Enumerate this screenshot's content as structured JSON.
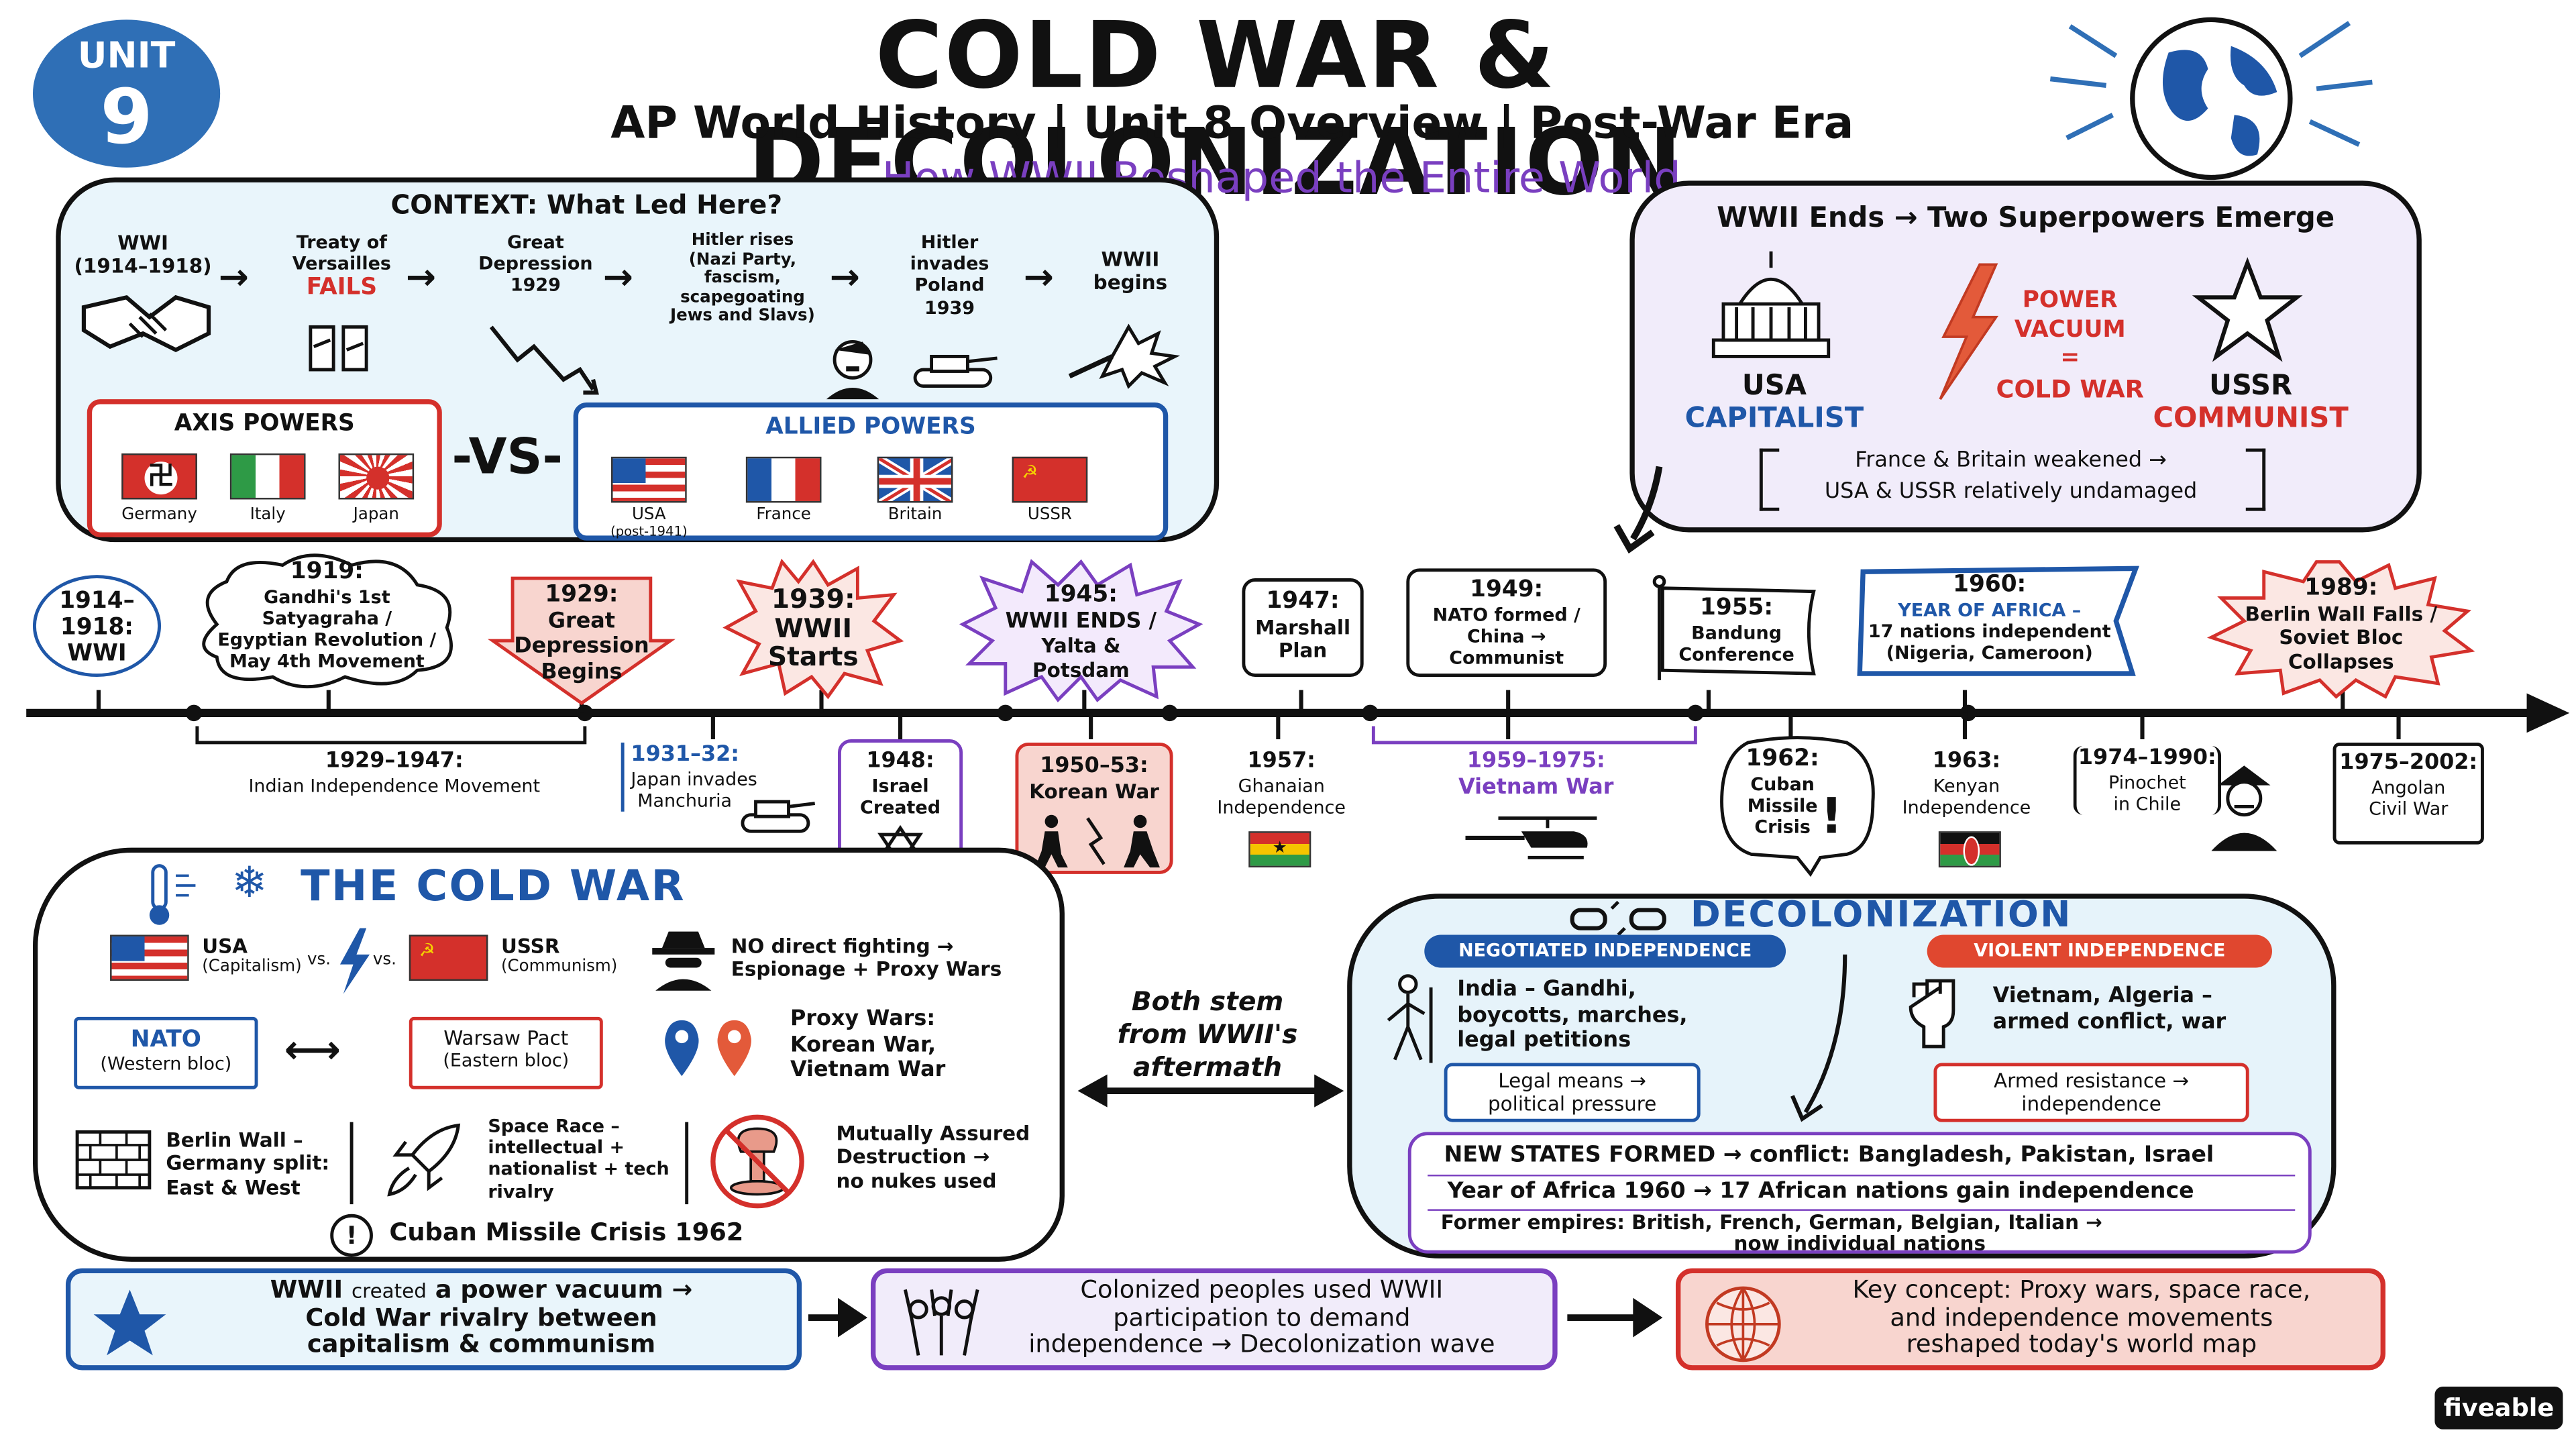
{
  "unit_badge": {
    "word": "UNIT",
    "number": "9"
  },
  "header": {
    "title": "COLD WAR & DECOLONIZATION",
    "subtitle": "AP World History | Unit 8 Overview | Post-War Era",
    "tagline": "How WWII Reshaped the Entire World"
  },
  "context": {
    "title": "CONTEXT: What Led Here?",
    "steps": [
      {
        "line1": "WWI",
        "line2": "(1914–1918)"
      },
      {
        "line1": "Treaty of",
        "line2": "Versailles",
        "line3": "FAILS"
      },
      {
        "line1": "Great",
        "line2": "Depression",
        "line3": "1929"
      },
      {
        "line1": "Hitler rises",
        "line2": "(Nazi Party,",
        "line3": "fascism,",
        "line4": "scapegoating",
        "line5": "Jews and Slavs)"
      },
      {
        "line1": "Hitler",
        "line2": "invades",
        "line3": "Poland",
        "line4": "1939"
      },
      {
        "line1": "WWII",
        "line2": "begins"
      }
    ],
    "axis": {
      "title": "AXIS POWERS",
      "members": [
        "Germany",
        "Italy",
        "Japan"
      ]
    },
    "versus": "-VS-",
    "allied": {
      "title": "ALLIED POWERS",
      "members": [
        "USA",
        "France",
        "Britain",
        "USSR"
      ],
      "usa_note": "(post-1941)"
    }
  },
  "superpowers": {
    "title": "WWII Ends → Two Superpowers Emerge",
    "usa": {
      "name": "USA",
      "label": "CAPITALIST"
    },
    "vacuum": {
      "line1": "POWER",
      "line2": "VACUUM",
      "line3": "=",
      "line4": "COLD WAR"
    },
    "ussr": {
      "name": "USSR",
      "label": "COMMUNIST"
    },
    "note1": "France & Britain weakened →",
    "note2": "USA & USSR relatively undamaged"
  },
  "timeline": {
    "above": [
      {
        "lines": [
          "1914–",
          "1918:",
          "WWI"
        ]
      },
      {
        "lines": [
          "1919:",
          "Gandhi's 1st",
          "Satyagraha /",
          "Egyptian Revolution /",
          "May 4th Movement"
        ]
      },
      {
        "lines": [
          "1929:",
          "Great",
          "Depression",
          "Begins"
        ]
      },
      {
        "lines": [
          "1939:",
          "WWII",
          "Starts"
        ]
      },
      {
        "lines": [
          "1945:",
          "WWII ENDS /",
          "Yalta &",
          "Potsdam"
        ]
      },
      {
        "lines": [
          "1947:",
          "Marshall",
          "Plan"
        ]
      },
      {
        "lines": [
          "1949:",
          "NATO formed /",
          "China →",
          "Communist"
        ]
      },
      {
        "lines": [
          "1955:",
          "Bandung",
          "Conference"
        ]
      },
      {
        "lines": [
          "1960:",
          "YEAR OF AFRICA –",
          "17 nations independent",
          "(Nigeria, Cameroon)"
        ]
      },
      {
        "lines": [
          "1989:",
          "Berlin Wall Falls /",
          "Soviet Bloc",
          "Collapses"
        ]
      }
    ],
    "below": [
      {
        "lines": [
          "1929–1947:",
          "Indian Independence Movement"
        ]
      },
      {
        "lines": [
          "1931–32:",
          "Japan invades",
          "Manchuria"
        ]
      },
      {
        "lines": [
          "1948:",
          "Israel",
          "Created"
        ]
      },
      {
        "lines": [
          "1950–53:",
          "Korean War"
        ]
      },
      {
        "lines": [
          "1957:",
          "Ghanaian",
          "Independence"
        ]
      },
      {
        "lines": [
          "1959–1975:",
          "Vietnam War"
        ]
      },
      {
        "lines": [
          "1962:",
          "Cuban",
          "Missile",
          "Crisis"
        ]
      },
      {
        "lines": [
          "1963:",
          "Kenyan",
          "Independence"
        ]
      },
      {
        "lines": [
          "1974–1990:",
          "Pinochet",
          "in Chile"
        ]
      },
      {
        "lines": [
          "1975–2002:",
          "Angolan",
          "Civil War"
        ]
      }
    ]
  },
  "cold_war": {
    "title": "THE COLD WAR",
    "usa": {
      "name": "USA",
      "sub": "(Capitalism)"
    },
    "vs": "vs.",
    "ussr": {
      "name": "USSR",
      "sub": "(Communism)"
    },
    "nato": {
      "name": "NATO",
      "sub": "(Western bloc)"
    },
    "warsaw": {
      "name": "Warsaw Pact",
      "sub": "(Eastern bloc)"
    },
    "espionage": {
      "line1": "NO direct fighting →",
      "line2": "Espionage + Proxy Wars"
    },
    "proxy": {
      "line1": "Proxy Wars:",
      "line2": "Korean War,",
      "line3": "Vietnam War"
    },
    "berlin": {
      "line1": "Berlin Wall –",
      "line2": "Germany split:",
      "line3": "East & West"
    },
    "space": {
      "line1": "Space Race –",
      "line2": "intellectual +",
      "line3": "nationalist + tech",
      "line4": "rivalry"
    },
    "mad": {
      "line1": "Mutually Assured",
      "line2": "Destruction →",
      "line3": "no nukes used"
    },
    "cuban": "Cuban Missile Crisis 1962"
  },
  "both_stem": {
    "line1": "Both stem",
    "line2": "from WWII's",
    "line3": "aftermath"
  },
  "decolonization": {
    "title": "DECOLONIZATION",
    "negotiated": {
      "label": "NEGOTIATED INDEPENDENCE",
      "text1": "India – Gandhi,",
      "text2": "boycotts, marches,",
      "text3": "legal petitions",
      "box1": "Legal means →",
      "box2": "political pressure"
    },
    "violent": {
      "label": "VIOLENT INDEPENDENCE",
      "text1": "Vietnam, Algeria –",
      "text2": "armed conflict, war",
      "box1": "Armed resistance →",
      "box2": "independence"
    },
    "new_states": "NEW STATES FORMED → conflict: Bangladesh, Pakistan, Israel",
    "africa_year": "Year of Africa 1960 → 17 African nations gain independence",
    "empires1": "Former empires: British, French, German, Belgian, Italian →",
    "empires2": "now individual nations"
  },
  "summary": [
    {
      "line1a": "WWII",
      "line1b": "created",
      "line1c": "a",
      "line1d": "power vacuum →",
      "line2": "Cold War rivalry between",
      "line3": "capitalism & communism"
    },
    {
      "line1": "Colonized peoples used WWII",
      "line2": "participation to demand",
      "line3": "independence → Decolonization wave"
    },
    {
      "line1": "Key concept: Proxy wars, space race,",
      "line2": "and independence movements",
      "line3": "reshaped today's world map"
    }
  ],
  "brand": "fiveable",
  "colors": {
    "red": "#d4302b",
    "blue": "#1f57a8",
    "purple": "#7a3fc0",
    "context_bg": "#e9f5fb",
    "super_bg": "#f1ecfa",
    "decol_bg": "#e6f3fa"
  }
}
